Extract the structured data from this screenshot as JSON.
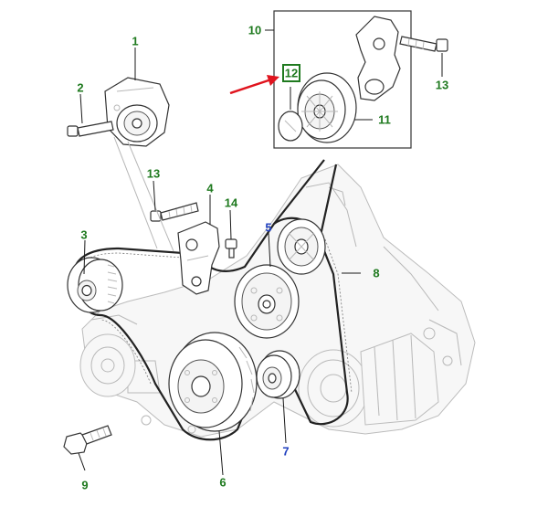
{
  "colors": {
    "callout_green": "#1f7a1f",
    "callout_blue": "#1f3fbf",
    "arrow_red": "#e0141e",
    "highlight_box": "#1f7a1f"
  },
  "callouts": [
    {
      "id": "1",
      "label": "1",
      "color": "green"
    },
    {
      "id": "2",
      "label": "2",
      "color": "green"
    },
    {
      "id": "3",
      "label": "3",
      "color": "green"
    },
    {
      "id": "4",
      "label": "4",
      "color": "green"
    },
    {
      "id": "5",
      "label": "5",
      "color": "blue"
    },
    {
      "id": "6",
      "label": "6",
      "color": "green"
    },
    {
      "id": "7",
      "label": "7",
      "color": "blue"
    },
    {
      "id": "8",
      "label": "8",
      "color": "green"
    },
    {
      "id": "9",
      "label": "9",
      "color": "green"
    },
    {
      "id": "10",
      "label": "10",
      "color": "green"
    },
    {
      "id": "11",
      "label": "11",
      "color": "green"
    },
    {
      "id": "12",
      "label": "12",
      "color": "green",
      "highlighted": true
    },
    {
      "id": "13a",
      "label": "13",
      "color": "green"
    },
    {
      "id": "13b",
      "label": "13",
      "color": "green"
    },
    {
      "id": "14",
      "label": "14",
      "color": "green"
    }
  ]
}
